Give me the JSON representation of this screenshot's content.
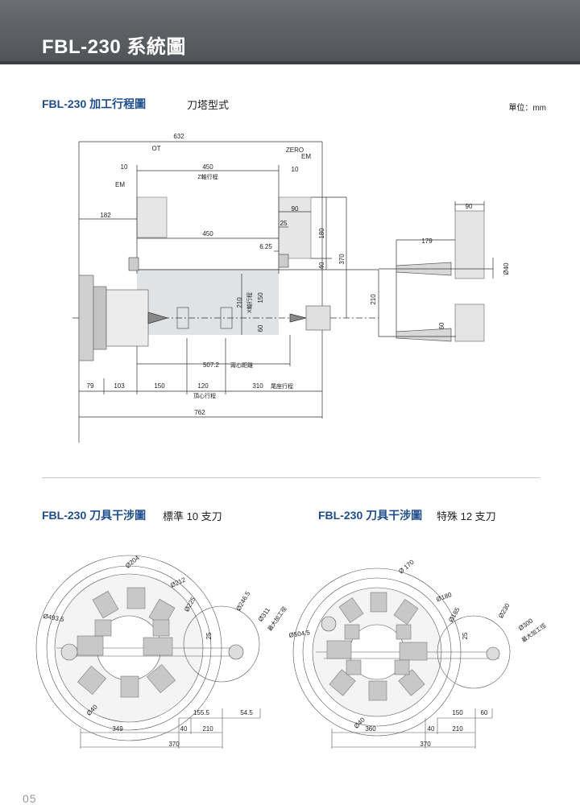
{
  "header": {
    "title": "FBL-230 系統圖"
  },
  "process": {
    "title": "FBL-230 加工行程圖",
    "subtitle": "刀塔型式",
    "unit": "單位：mm",
    "dims": {
      "d632": "632",
      "ot": "OT",
      "zero": "ZERO",
      "em": "EM",
      "em2": "EM",
      "d10a": "10",
      "d10b": "10",
      "d450": "450",
      "z_stroke": "Z軸行程",
      "d182": "182",
      "d90a": "90",
      "d25": "25",
      "d180": "180",
      "d450b": "450",
      "d625": "6.25",
      "d40a": "40",
      "d370": "370",
      "d210a": "210",
      "x_stroke": "X軸行程",
      "d150a": "150",
      "d60a": "60",
      "d5072": "507.2",
      "center_dist": "兩心距離",
      "d79": "79",
      "d103": "103",
      "d150b": "150",
      "d120": "120",
      "tail_lbl": "頂心行程",
      "d310": "310",
      "tail_stroke": "尾座行程",
      "d762": "762",
      "d90b": "90",
      "d179": "179",
      "d40b": "Ø40",
      "d210b": "210",
      "d60b": "60"
    }
  },
  "std": {
    "title": "FBL-230 刀具干涉圖",
    "subtitle": "標準 10 支刀",
    "dims": {
      "d204": "Ø204",
      "d212": "Ø212",
      "d225": "Ø225",
      "d2465": "Ø246.5",
      "d311": "Ø311",
      "max_lbl": "最大加工徑",
      "d4935": "Ø493.5",
      "d25": "25",
      "d40": "Ø40",
      "d1555": "155.5",
      "d545": "54.5",
      "d349": "349",
      "d40b": "40",
      "d210": "210",
      "d370": "370"
    }
  },
  "special": {
    "title": "FBL-230 刀具干涉圖",
    "subtitle": "特殊 12 支刀",
    "dims": {
      "d170": "Ø 170",
      "d180": "Ø180",
      "d185": "Ø185",
      "d230": "Ø230",
      "d300": "Ø300",
      "max_lbl": "最大加工徑",
      "d5045": "Ø504.5",
      "d25": "25",
      "d40": "Ø40",
      "d150": "150",
      "d60": "60",
      "d360": "360",
      "d40b": "40",
      "d210": "210",
      "d370": "370"
    }
  },
  "footer": {
    "page": "05"
  }
}
